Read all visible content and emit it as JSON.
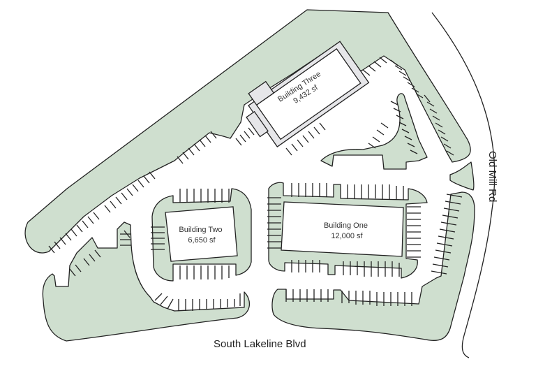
{
  "map": {
    "type": "site-plan",
    "colors": {
      "landscape": "#cfdfcf",
      "building_fill": "#ffffff",
      "building_annex": "#e6e6e9",
      "outline": "#222222",
      "background": "#ffffff"
    }
  },
  "buildings": [
    {
      "name": "Building One",
      "area": "12,000 sf"
    },
    {
      "name": "Building Two",
      "area": "6,650 sf"
    },
    {
      "name": "Building Three",
      "area": "9,432 sf"
    }
  ],
  "roads": {
    "south": "South Lakeline Blvd",
    "east": "Old Mill Rd"
  }
}
